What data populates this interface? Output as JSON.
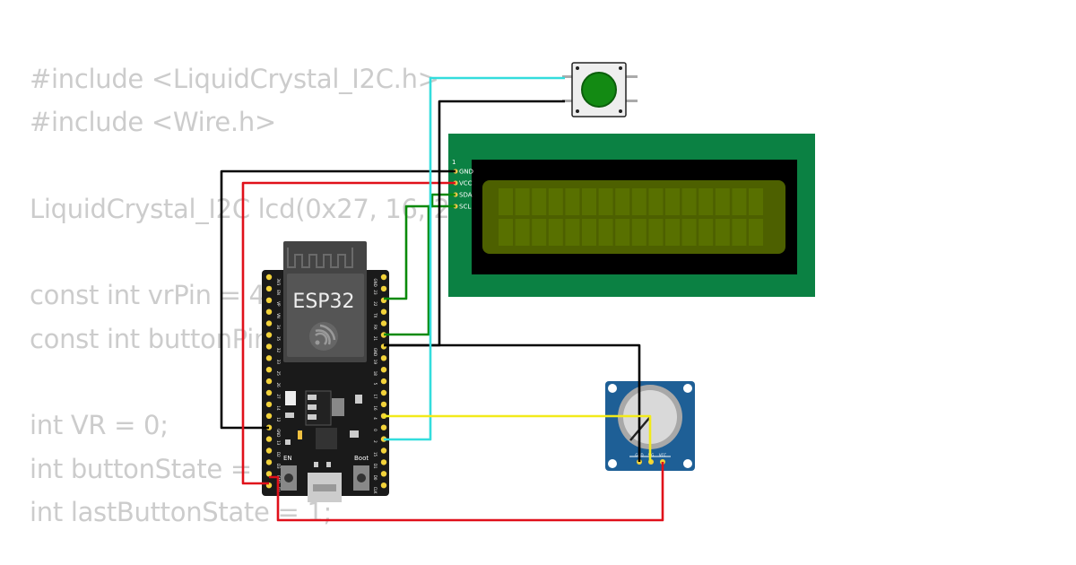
{
  "code_lines": [
    "#include <LiquidCrystal_I2C.h>",
    "#include <Wire.h>",
    "",
    "LiquidCrystal_I2C lcd(0x27, 16, 2);",
    "",
    "const int vrPin = 4;",
    "const int buttonPin = 2;",
    "",
    "int VR = 0;",
    "int buttonState = 0;",
    "int lastButtonState = 1;"
  ],
  "esp32": {
    "label": "ESP32",
    "en_label": "EN",
    "boot_label": "Boot",
    "left_pins": [
      "3V3",
      "EN",
      "VP",
      "VN",
      "34",
      "35",
      "32",
      "33",
      "25",
      "26",
      "27",
      "14",
      "12",
      "GND",
      "13",
      "D2",
      "D3",
      "CMD",
      "5V"
    ],
    "right_pins": [
      "GND",
      "23",
      "22",
      "TX",
      "RX",
      "21",
      "GND",
      "19",
      "18",
      "5",
      "17",
      "16",
      "4",
      "0",
      "2",
      "15",
      "D1",
      "D0",
      "CLK"
    ]
  },
  "lcd": {
    "pin1_label": "1",
    "pins": [
      "GND",
      "VCC",
      "SDA",
      "SCL"
    ]
  },
  "potentiometer": {
    "pins": [
      "GND",
      "SIG",
      "VCC"
    ]
  },
  "colors": {
    "wire_black": "#000000",
    "wire_red": "#e0101a",
    "wire_green": "#0a8a0a",
    "wire_cyan": "#33dddd",
    "wire_yellow": "#f2ea1a",
    "lcd_board": "#0b8143",
    "lcd_screen": "#4d6000",
    "pot_board": "#1e5f96",
    "button_cap": "#138a13"
  }
}
